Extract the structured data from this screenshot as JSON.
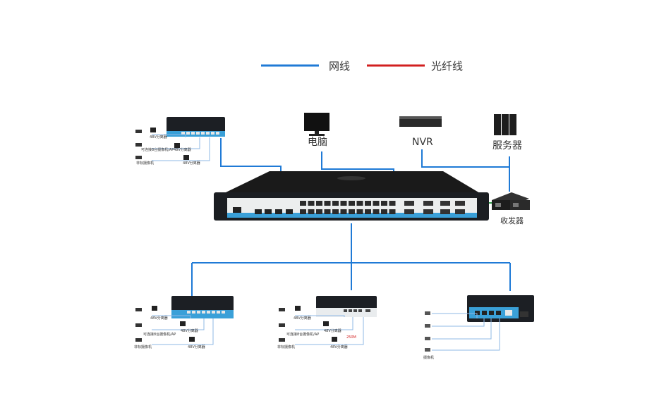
{
  "legend": {
    "network_cable": "网线",
    "fiber": "光纤线",
    "network_color": "#1f7ad6",
    "fiber_color": "#d21f1f"
  },
  "devices": {
    "pc": "电脑",
    "nvr": "NVR",
    "server": "服务器",
    "transceiver": "收发器",
    "camera": "摄像机"
  },
  "edge_labels": {
    "splitter": "48V分离器",
    "ap": "可连接8台摄像机/AP",
    "noncompliant_camera": "非标摄像机",
    "distance": "250M"
  }
}
